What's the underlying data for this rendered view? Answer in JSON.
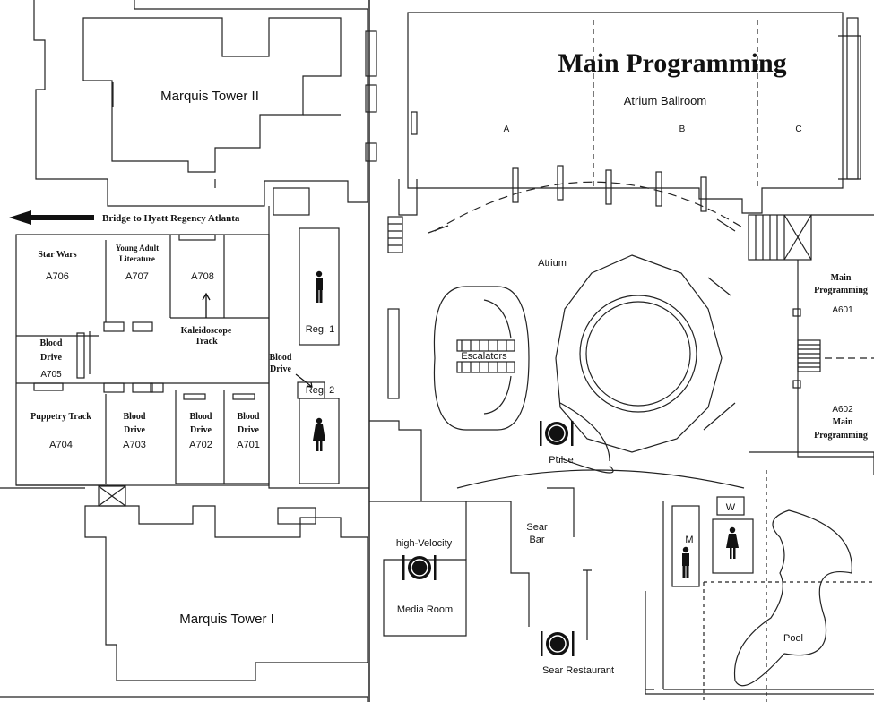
{
  "title": "Main Programming",
  "arrow_label": "Bridge to Hyatt Regency Atlanta",
  "towers": {
    "tower2": "Marquis Tower II",
    "tower1": "Marquis Tower I"
  },
  "ballroom": {
    "name": "Atrium Ballroom",
    "a": "A",
    "b": "B",
    "c": "C"
  },
  "atrium": "Atrium",
  "escalators": "Escalators",
  "rooms": {
    "a706": {
      "name": "Star Wars",
      "num": "A706"
    },
    "a707": {
      "name1": "Young Adult",
      "name2": "Literature",
      "num": "A707"
    },
    "a708": {
      "num": "A708"
    },
    "kaleidoscope": {
      "l1": "Kaleidoscope",
      "l2": "Track"
    },
    "a705": {
      "l1": "Blood",
      "l2": "Drive",
      "num": "A705"
    },
    "a704": {
      "name": "Puppetry Track",
      "num": "A704"
    },
    "a703": {
      "l1": "Blood",
      "l2": "Drive",
      "num": "A703"
    },
    "a702": {
      "l1": "Blood",
      "l2": "Drive",
      "num": "A702"
    },
    "a701": {
      "l1": "Blood",
      "l2": "Drive",
      "num": "A701"
    },
    "blood_callout": {
      "l1": "Blood",
      "l2": "Drive"
    },
    "reg1": "Reg. 1",
    "reg2": "Reg. 2",
    "a601": {
      "l1": "Main",
      "l2": "Programming",
      "num": "A601"
    },
    "a602": {
      "num": "A602",
      "l1": "Main",
      "l2": "Programming"
    }
  },
  "dining": {
    "pulse": "Pulse",
    "high_velocity": "high-Velocity",
    "media_room": "Media Room",
    "sear_bar_1": "Sear",
    "sear_bar_2": "Bar",
    "sear_restaurant": "Sear Restaurant"
  },
  "restroom": {
    "m": "M",
    "w": "W"
  },
  "pool": "Pool",
  "icons": [
    "restroom-icon",
    "restaurant-icon",
    "arrow-left-icon",
    "elevator-icon"
  ]
}
